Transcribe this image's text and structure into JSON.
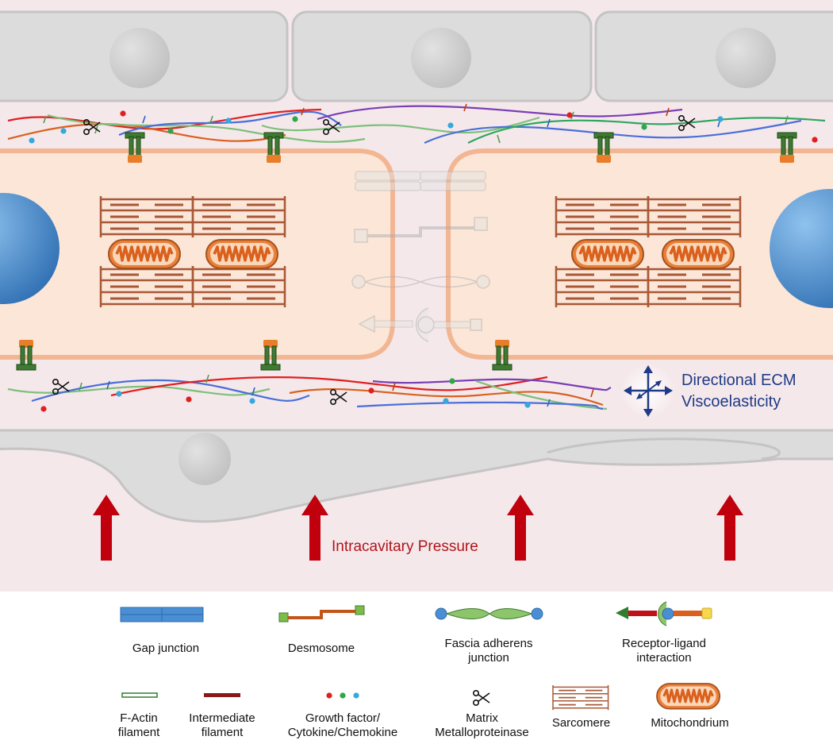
{
  "annotations": {
    "ecm_line1": "Directional ECM",
    "ecm_line2": "Viscoelasticity",
    "pressure": "Intracavitary Pressure"
  },
  "legend": {
    "gap_junction": "Gap junction",
    "desmosome": "Desmosome",
    "fascia_line1": "Fascia adherens",
    "fascia_line2": "junction",
    "receptor_line1": "Receptor-ligand",
    "receptor_line2": "interaction",
    "factin_line1": "F-Actin",
    "factin_line2": "filament",
    "intermediate_line1": "Intermediate",
    "intermediate_line2": "filament",
    "growth_line1": "Growth factor/",
    "growth_line2": "Cytokine/Chemokine",
    "mmp_line1": "Matrix",
    "mmp_line2": "Metalloproteinase",
    "sarcomere": "Sarcomere",
    "mitochondrium": "Mitochondrium"
  },
  "colors": {
    "background": "#f5e8eb",
    "cell_fill": "#fbe6d8",
    "cell_border": "#f2b692",
    "fibroblast": "#dcdcdc",
    "nucleus_blue": "#3b82c4",
    "integrin_green": "#3f7a32",
    "integrin_orange": "#e87d2a",
    "sarcomere_brown": "#a85836",
    "pressure_red": "#c0000c",
    "ecm_arrow_navy": "#1f3a86"
  }
}
